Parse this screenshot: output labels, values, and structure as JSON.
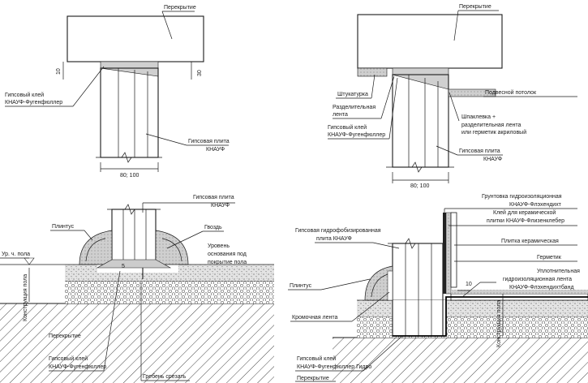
{
  "labels": {
    "tl_ceiling": "Перекрытие",
    "tl_glue_1": "Гипсовый клей",
    "tl_glue_2": "КНАУФ-Фугенфюллер",
    "tl_board_1": "Гипсовая плита",
    "tl_board_2": "КНАУФ",
    "tl_dim_width": "80; 100",
    "tl_dim_10": "10",
    "tl_dim_30": "30",
    "tr_ceiling": "Перекрытие",
    "tr_plaster": "Штукатурка",
    "tr_separator_1": "Разделительная",
    "tr_separator_2": "лента",
    "tr_suspended": "Подвесной потолок",
    "tr_putty_1": "Шпаклевка +",
    "tr_putty_2": "разделительная лента",
    "tr_putty_3": "или герметик акриловый",
    "tr_glue_1": "Гипсовый клей",
    "tr_glue_2": "КНАУФ-Фугенфюллер",
    "tr_board_1": "Гипсовая плита",
    "tr_board_2": "КНАУФ",
    "tr_dim_width": "80; 100",
    "bl_board_1": "Гипсовая плита",
    "bl_board_2": "КНАУФ",
    "bl_plinth": "Плинтус",
    "bl_nail": "Гвоздь",
    "bl_floor_level": "Ур. ч. пола",
    "bl_base_1": "Уровень",
    "bl_base_2": "основания под",
    "bl_base_3": "покрытие пола",
    "bl_floor_construction": "Конструкция пола",
    "bl_dim_5": "5",
    "bl_ceiling": "Перекрытие",
    "bl_glue_1": "Гипсовый клей",
    "bl_glue_2": "КНАУФ-Фугенфюллер",
    "bl_cut": "Гребень срезать",
    "br_primer_1": "Грунтовка гидроизоляционная",
    "br_primer_2": "КНАУФ-Флэхендихт",
    "br_tile_glue_1": "Клей для керамической",
    "br_tile_glue_2": "плитки КНАУФ-Флизенклебер",
    "br_board_1": "Гипсовая гидрофобизированная",
    "br_board_2": "плита КНАУФ",
    "br_tile": "Плитка керамическая",
    "br_sealant": "Герметик",
    "br_plinth": "Плинтус",
    "br_seal_1": "Уплотнительная",
    "br_seal_2": "гидроизоляционная лента",
    "br_seal_3": "КНАУФ-Флэхендихтбанд",
    "br_edge": "Кромочная лента",
    "br_floor_construction": "Конструкция пола",
    "br_dim_10": "10",
    "br_glue_1": "Гипсовый клей",
    "br_glue_2": "КНАУФ-Фугенфюллер Гидро",
    "br_ceiling": "Перекрытие"
  }
}
